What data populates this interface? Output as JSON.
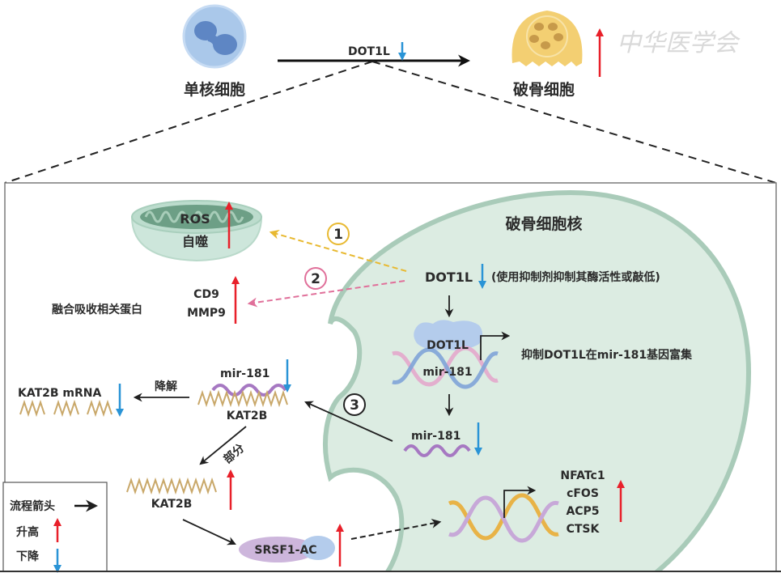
{
  "top": {
    "monocyte_label": "单核细胞",
    "osteoclast_label": "破骨细胞",
    "transition_label": "DOT1L",
    "transition_trend": "down",
    "osteoclast_trend": "up",
    "watermark": "中华医学会"
  },
  "nucleus": {
    "title": "破骨细胞核",
    "dot1l_label": "DOT1L",
    "dot1l_trend": "down",
    "dot1l_note": "(使用抑制剂抑制其酶活性或敲低)",
    "complex_protein_label": "DOT1L",
    "complex_gene_label": "mir-181",
    "enrichment_note": "抑制DOT1L在mir-181基因富集",
    "mir181_label": "mir-181",
    "mir181_trend": "down",
    "target_genes": [
      "NFATc1",
      "cFOS",
      "ACP5",
      "CTSK"
    ],
    "target_genes_trend": "up"
  },
  "pathways": [
    {
      "number": "1",
      "color": "#e8b931",
      "target": "mitochondria"
    },
    {
      "number": "2",
      "color": "#e0709a",
      "target": "fusion-proteins"
    },
    {
      "number": "3",
      "color": "#2b2b2b",
      "target": "mir181-kat2b"
    }
  ],
  "mitochondria": {
    "line1": "ROS",
    "line2": "自噬",
    "trend": "up"
  },
  "fusion": {
    "label": "融合吸收相关蛋白",
    "proteins": [
      "CD9",
      "MMP9"
    ],
    "trend": "up"
  },
  "cytoplasm": {
    "mir181_label": "mir-181",
    "mir181_trend": "down",
    "kat2b_bound_label": "KAT2B",
    "degrade_label": "降解",
    "kat2b_mrna_label": "KAT2B mRNA",
    "kat2b_mrna_trend": "down",
    "partial_label": "部分",
    "kat2b_free_label": "KAT2B",
    "kat2b_free_trend": "up",
    "srsf1_label": "SRSF1-AC",
    "srsf1_trend": "up"
  },
  "legend": {
    "items": [
      {
        "label": "流程箭头",
        "symbol": "black-arrow"
      },
      {
        "label": "升高",
        "symbol": "red-up-arrow"
      },
      {
        "label": "下降",
        "symbol": "blue-down-arrow"
      }
    ]
  },
  "colors": {
    "up": "#e8202a",
    "down": "#2a94d6",
    "nucleus_fill": "#dcece2",
    "nucleus_edge": "#a9cbb9",
    "mrna": "#c9a86a",
    "mirna": "#a678c2",
    "monocyte": "#aac8ea",
    "monocyte_nucleus": "#5e86c4",
    "osteoclast": "#f3cf72"
  }
}
